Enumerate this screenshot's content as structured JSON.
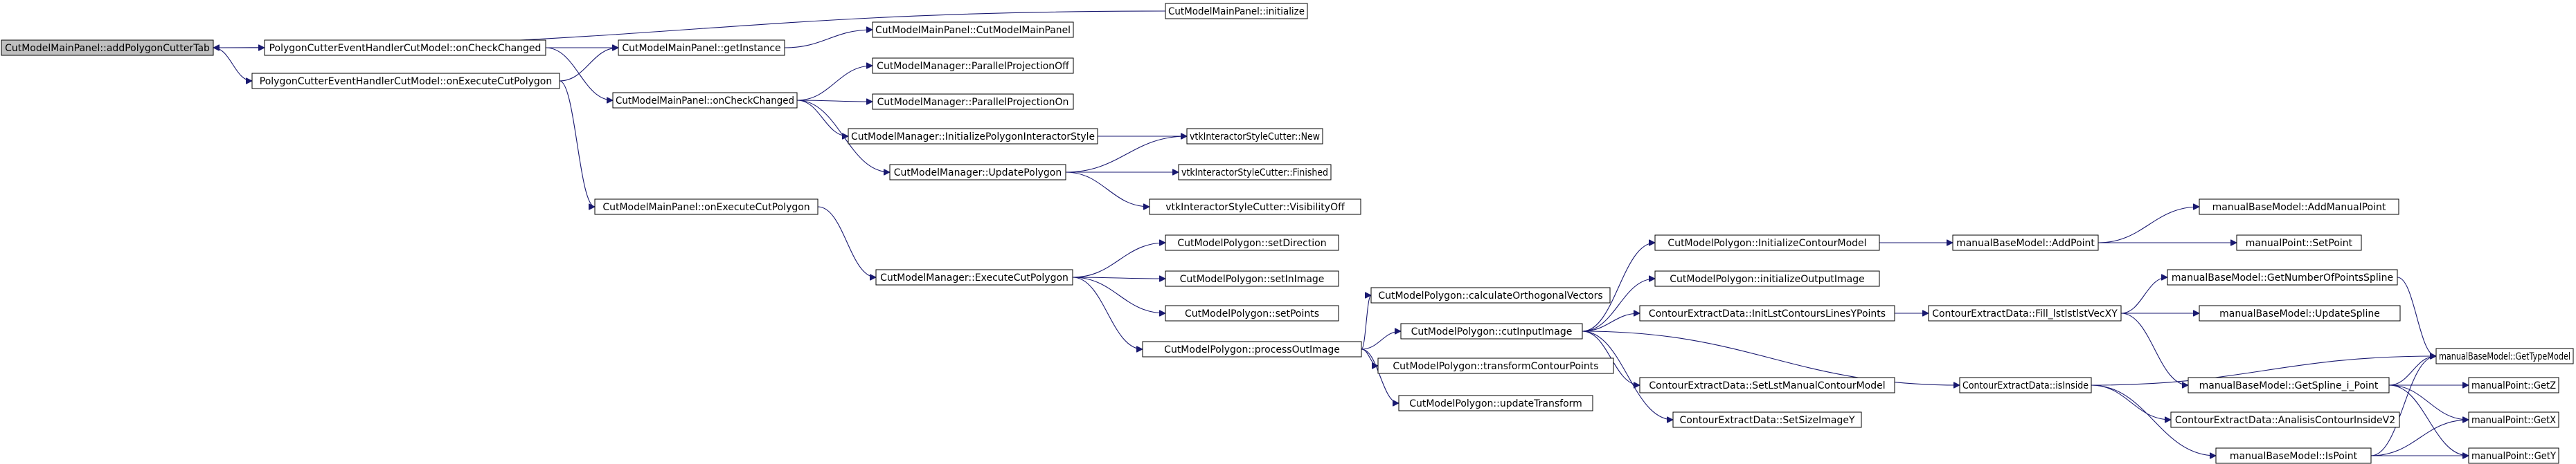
{
  "nodes": [
    {
      "id": "n0",
      "label": "CutModelMainPanel::addPolygonCutterTab",
      "root": true
    },
    {
      "id": "n1",
      "label": "CutModelMainPanel::initialize"
    },
    {
      "id": "n2",
      "label": "PolygonCutterEventHandlerCutModel::onCheckChanged"
    },
    {
      "id": "n3",
      "label": "PolygonCutterEventHandlerCutModel::onExecuteCutPolygon"
    },
    {
      "id": "n4",
      "label": "CutModelMainPanel::getInstance"
    },
    {
      "id": "n5",
      "label": "CutModelMainPanel::CutModelMainPanel"
    },
    {
      "id": "n6",
      "label": "CutModelMainPanel::onCheckChanged"
    },
    {
      "id": "n7",
      "label": "CutModelManager::ParallelProjectionOff"
    },
    {
      "id": "n8",
      "label": "CutModelManager::ParallelProjectionOn"
    },
    {
      "id": "n9",
      "label": "CutModelManager::InitializePolygonInteractorStyle"
    },
    {
      "id": "n10",
      "label": "CutModelManager::UpdatePolygon"
    },
    {
      "id": "n11",
      "label": "vtkInteractorStyleCutter::New"
    },
    {
      "id": "n12",
      "label": "vtkInteractorStyleCutter::Finished"
    },
    {
      "id": "n13",
      "label": "vtkInteractorStyleCutter::VisibilityOff"
    },
    {
      "id": "n14",
      "label": "CutModelMainPanel::onExecuteCutPolygon"
    },
    {
      "id": "n15",
      "label": "CutModelManager::ExecuteCutPolygon"
    },
    {
      "id": "n16",
      "label": "CutModelPolygon::setDirection"
    },
    {
      "id": "n17",
      "label": "CutModelPolygon::setInImage"
    },
    {
      "id": "n18",
      "label": "CutModelPolygon::setPoints"
    },
    {
      "id": "n19",
      "label": "CutModelPolygon::processOutImage"
    },
    {
      "id": "n20",
      "label": "CutModelPolygon::calculateOrthogonalVectors"
    },
    {
      "id": "n21",
      "label": "CutModelPolygon::cutInputImage"
    },
    {
      "id": "n22",
      "label": "CutModelPolygon::transformContourPoints"
    },
    {
      "id": "n23",
      "label": "CutModelPolygon::updateTransform"
    },
    {
      "id": "n24",
      "label": "CutModelPolygon::InitializeContourModel"
    },
    {
      "id": "n25",
      "label": "CutModelPolygon::initializeOutputImage"
    },
    {
      "id": "n26",
      "label": "ContourExtractData::InitLstContoursLinesYPoints"
    },
    {
      "id": "n27",
      "label": "ContourExtractData::SetLstManualContourModel"
    },
    {
      "id": "n28",
      "label": "ContourExtractData::SetSizeImageY"
    },
    {
      "id": "n29",
      "label": "ContourExtractData::isInside"
    },
    {
      "id": "n30",
      "label": "manualBaseModel::AddPoint"
    },
    {
      "id": "n31",
      "label": "ContourExtractData::Fill_lstlstlstVecXY"
    },
    {
      "id": "n32",
      "label": "manualBaseModel::AddManualPoint"
    },
    {
      "id": "n33",
      "label": "manualPoint::SetPoint"
    },
    {
      "id": "n34",
      "label": "manualBaseModel::GetNumberOfPointsSpline"
    },
    {
      "id": "n35",
      "label": "manualBaseModel::UpdateSpline"
    },
    {
      "id": "n36",
      "label": "manualBaseModel::GetSpline_i_Point"
    },
    {
      "id": "n37",
      "label": "ContourExtractData::AnalisisContourInsideV2"
    },
    {
      "id": "n38",
      "label": "manualBaseModel::IsPoint"
    },
    {
      "id": "n39",
      "label": "manualBaseModel::GetTypeModel"
    },
    {
      "id": "n40",
      "label": "manualPoint::GetZ"
    },
    {
      "id": "n41",
      "label": "manualPoint::GetX"
    },
    {
      "id": "n42",
      "label": "manualPoint::GetY"
    }
  ],
  "colors": {
    "edge": "#191970",
    "root_fill": "#bfbfbf",
    "node_fill": "#ffffff",
    "node_border": "#000000"
  }
}
